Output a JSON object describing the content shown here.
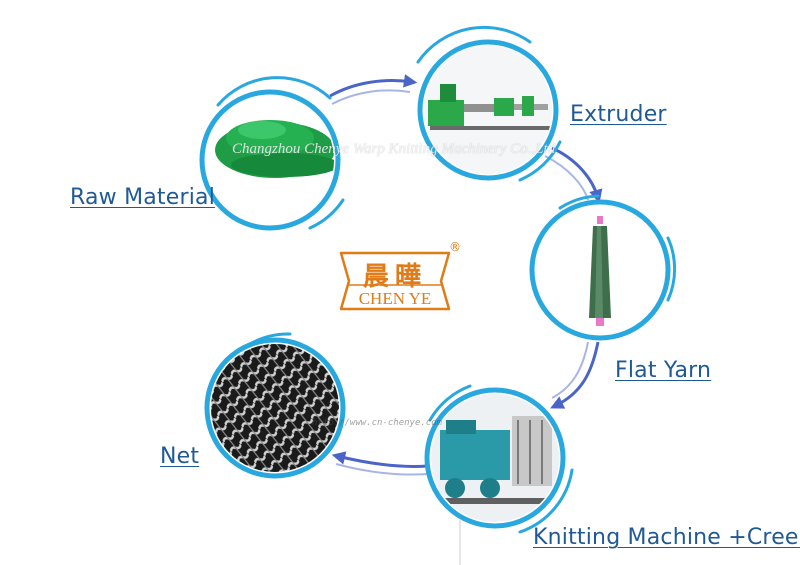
{
  "labels": {
    "raw_material": "Raw Material",
    "extruder": "Extruder",
    "flat_yarn": "Flat Yarn",
    "net": "Net",
    "knitting_machine": "Knitting Machine +Creel"
  },
  "watermark": "Changzhou Chenye Warp Knitting Machinery Co.,Ltd",
  "url_watermark": "http://www.cn-chenye.com",
  "logo": {
    "chinese": "晨曄",
    "english": "CHEN YE",
    "registered": "®"
  },
  "colors": {
    "ring": "#29a8e0",
    "arrow": "#4a64c8",
    "label": "#1f5a96",
    "logo": "#e07b18"
  }
}
